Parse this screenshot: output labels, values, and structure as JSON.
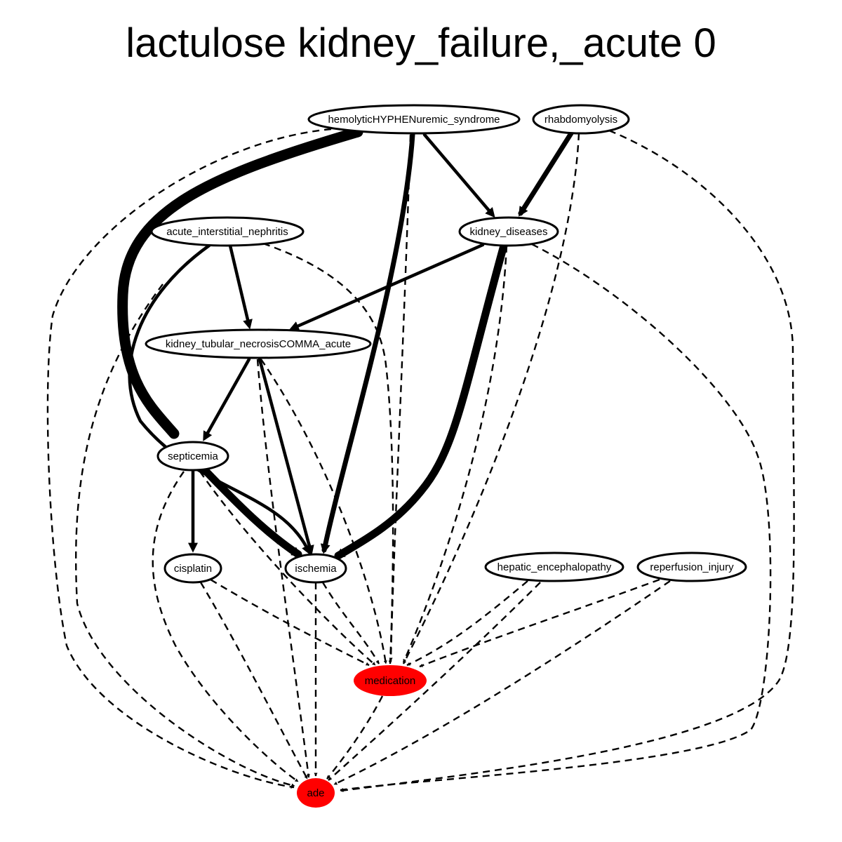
{
  "title": "lactulose kidney_failure,_acute 0",
  "colors": {
    "node_default_fill": "#ffffff",
    "node_highlight_fill": "#ff0000",
    "stroke": "#000000"
  },
  "nodes": [
    {
      "id": "hus",
      "label": "hemolyticHYPHENuremic_syndrome",
      "fill": "#ffffff"
    },
    {
      "id": "rhabdo",
      "label": "rhabdomyolysis",
      "fill": "#ffffff"
    },
    {
      "id": "ain",
      "label": "acute_interstitial_nephritis",
      "fill": "#ffffff"
    },
    {
      "id": "kd",
      "label": "kidney_diseases",
      "fill": "#ffffff"
    },
    {
      "id": "ktn",
      "label": "kidney_tubular_necrosisCOMMA_acute",
      "fill": "#ffffff"
    },
    {
      "id": "sep",
      "label": "septicemia",
      "fill": "#ffffff"
    },
    {
      "id": "cis",
      "label": "cisplatin",
      "fill": "#ffffff"
    },
    {
      "id": "isch",
      "label": "ischemia",
      "fill": "#ffffff"
    },
    {
      "id": "he",
      "label": "hepatic_encephalopathy",
      "fill": "#ffffff"
    },
    {
      "id": "rep",
      "label": "reperfusion_injury",
      "fill": "#ffffff"
    },
    {
      "id": "med",
      "label": "medication",
      "fill": "#ff0000"
    },
    {
      "id": "ade",
      "label": "ade",
      "fill": "#ff0000"
    }
  ],
  "edges": [
    {
      "from": "hus",
      "to": "sep",
      "style": "solid",
      "weight": 5
    },
    {
      "from": "hus",
      "to": "isch",
      "style": "solid",
      "weight": 3
    },
    {
      "from": "hus",
      "to": "kd",
      "style": "solid",
      "weight": 2
    },
    {
      "from": "hus",
      "to": "med",
      "style": "dashed",
      "weight": 1
    },
    {
      "from": "hus",
      "to": "ade",
      "style": "dashed",
      "weight": 1
    },
    {
      "from": "rhabdo",
      "to": "kd",
      "style": "solid",
      "weight": 3
    },
    {
      "from": "rhabdo",
      "to": "med",
      "style": "dashed",
      "weight": 1
    },
    {
      "from": "rhabdo",
      "to": "ade",
      "style": "dashed",
      "weight": 1
    },
    {
      "from": "ain",
      "to": "ktn",
      "style": "solid",
      "weight": 2
    },
    {
      "from": "ain",
      "to": "isch",
      "style": "solid",
      "weight": 2
    },
    {
      "from": "ain",
      "to": "med",
      "style": "dashed",
      "weight": 1
    },
    {
      "from": "ain",
      "to": "ade",
      "style": "dashed",
      "weight": 1
    },
    {
      "from": "kd",
      "to": "ktn",
      "style": "solid",
      "weight": 2
    },
    {
      "from": "kd",
      "to": "isch",
      "style": "solid",
      "weight": 4
    },
    {
      "from": "kd",
      "to": "med",
      "style": "dashed",
      "weight": 1
    },
    {
      "from": "kd",
      "to": "ade",
      "style": "dashed",
      "weight": 1
    },
    {
      "from": "ktn",
      "to": "sep",
      "style": "solid",
      "weight": 2
    },
    {
      "from": "ktn",
      "to": "isch",
      "style": "solid",
      "weight": 2
    },
    {
      "from": "ktn",
      "to": "med",
      "style": "dashed",
      "weight": 1
    },
    {
      "from": "ktn",
      "to": "ade",
      "style": "dashed",
      "weight": 1
    },
    {
      "from": "sep",
      "to": "cis",
      "style": "solid",
      "weight": 2
    },
    {
      "from": "sep",
      "to": "isch",
      "style": "solid",
      "weight": 4
    },
    {
      "from": "sep",
      "to": "med",
      "style": "dashed",
      "weight": 1
    },
    {
      "from": "sep",
      "to": "ade",
      "style": "dashed",
      "weight": 1
    },
    {
      "from": "cis",
      "to": "med",
      "style": "dashed",
      "weight": 1
    },
    {
      "from": "cis",
      "to": "ade",
      "style": "dashed",
      "weight": 1
    },
    {
      "from": "isch",
      "to": "med",
      "style": "dashed",
      "weight": 1
    },
    {
      "from": "isch",
      "to": "ade",
      "style": "dashed",
      "weight": 1
    },
    {
      "from": "he",
      "to": "med",
      "style": "dashed",
      "weight": 1
    },
    {
      "from": "he",
      "to": "ade",
      "style": "dashed",
      "weight": 1
    },
    {
      "from": "rep",
      "to": "med",
      "style": "dashed",
      "weight": 1
    },
    {
      "from": "rep",
      "to": "ade",
      "style": "dashed",
      "weight": 1
    },
    {
      "from": "med",
      "to": "ade",
      "style": "dashed",
      "weight": 1
    }
  ]
}
